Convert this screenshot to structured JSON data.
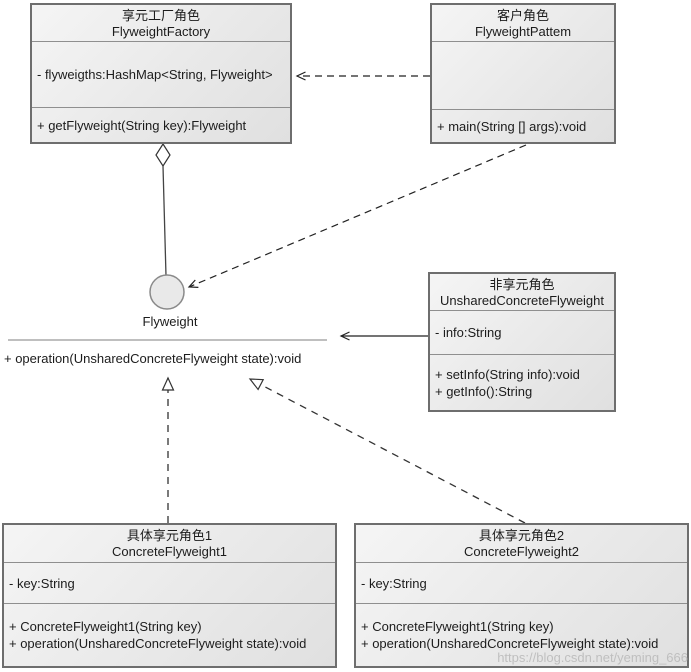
{
  "diagram": {
    "watermark": "https://blog.csdn.net/yeming_666",
    "interface": {
      "name": "Flyweight",
      "operation": "+ operation(UnsharedConcreteFlyweight state):void"
    },
    "classes": [
      {
        "title_cn": "享元工厂角色",
        "title_en": "FlyweightFactory",
        "attributes": [
          "- flyweigths:HashMap<String, Flyweight>"
        ],
        "methods": [
          "+ getFlyweight(String key):Flyweight"
        ]
      },
      {
        "title_cn": "客户角色",
        "title_en": "FlyweightPattem",
        "attributes": [],
        "methods": [
          "+ main(String [] args):void"
        ]
      },
      {
        "title_cn": "非享元角色",
        "title_en": "UnsharedConcreteFlyweight",
        "attributes": [
          "- info:String"
        ],
        "methods": [
          "+ setInfo(String info):void",
          "+ getInfo():String"
        ]
      },
      {
        "title_cn": "具体享元角色1",
        "title_en": "ConcreteFlyweight1",
        "attributes": [
          "- key:String"
        ],
        "methods": [
          "+ ConcreteFlyweight1(String key)",
          "+ operation(UnsharedConcreteFlyweight state):void"
        ]
      },
      {
        "title_cn": "具体享元角色2",
        "title_en": "ConcreteFlyweight2",
        "attributes": [
          "- key:String"
        ],
        "methods": [
          "+ ConcreteFlyweight1(String key)",
          "+ operation(UnsharedConcreteFlyweight state):void"
        ]
      }
    ]
  }
}
